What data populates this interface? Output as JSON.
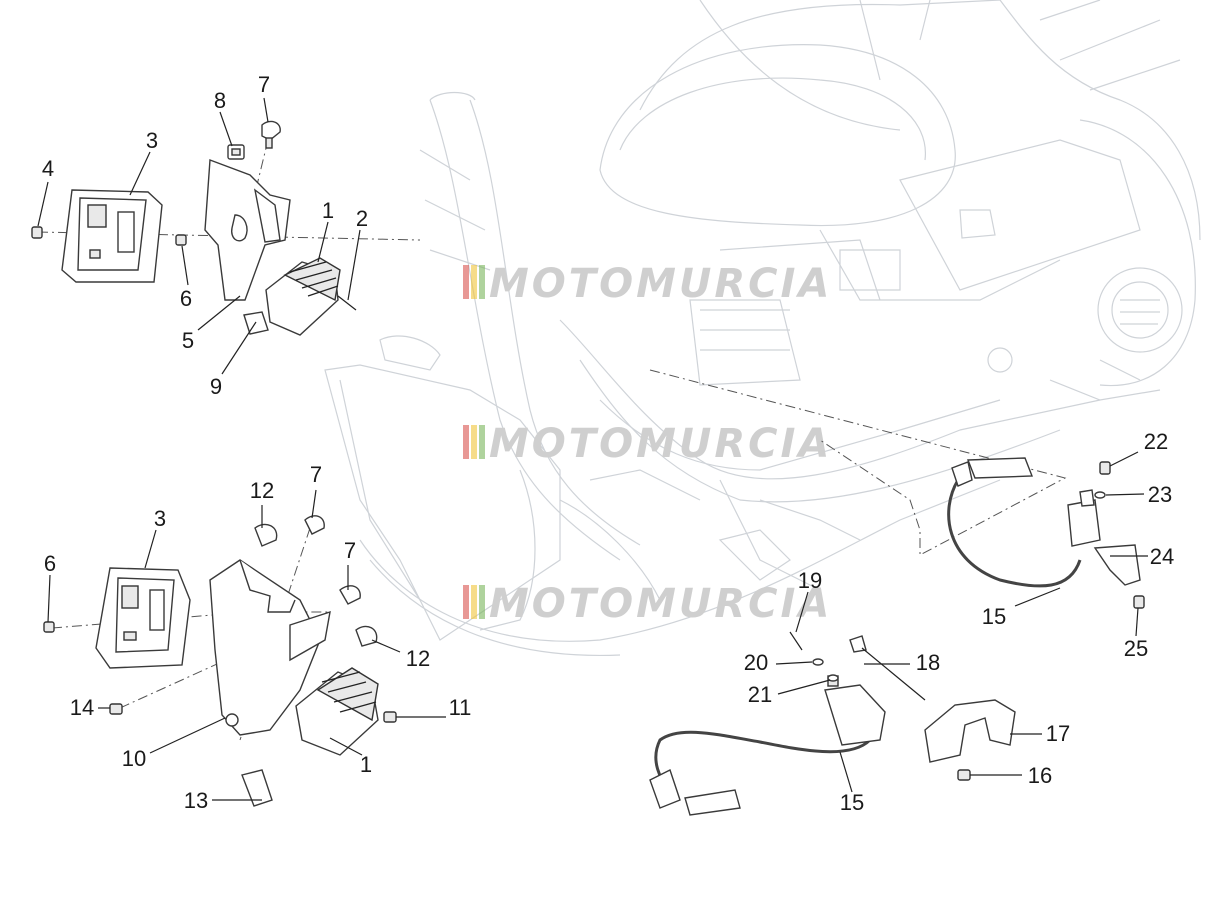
{
  "watermark": {
    "text": "MOTOMURCIA",
    "stripe_colors": [
      "#d9534f",
      "#f0c43a",
      "#7ab55c"
    ]
  },
  "callouts": [
    {
      "id": "c-7a",
      "label": "7"
    },
    {
      "id": "c-8",
      "label": "8"
    },
    {
      "id": "c-3a",
      "label": "3"
    },
    {
      "id": "c-4",
      "label": "4"
    },
    {
      "id": "c-1a",
      "label": "1"
    },
    {
      "id": "c-2",
      "label": "2"
    },
    {
      "id": "c-6a",
      "label": "6"
    },
    {
      "id": "c-5",
      "label": "5"
    },
    {
      "id": "c-9",
      "label": "9"
    },
    {
      "id": "c-12a",
      "label": "12"
    },
    {
      "id": "c-7b",
      "label": "7"
    },
    {
      "id": "c-3b",
      "label": "3"
    },
    {
      "id": "c-7c",
      "label": "7"
    },
    {
      "id": "c-6b",
      "label": "6"
    },
    {
      "id": "c-12b",
      "label": "12"
    },
    {
      "id": "c-11",
      "label": "11"
    },
    {
      "id": "c-14",
      "label": "14"
    },
    {
      "id": "c-10",
      "label": "10"
    },
    {
      "id": "c-1b",
      "label": "1"
    },
    {
      "id": "c-13",
      "label": "13"
    },
    {
      "id": "c-22",
      "label": "22"
    },
    {
      "id": "c-23",
      "label": "23"
    },
    {
      "id": "c-24",
      "label": "24"
    },
    {
      "id": "c-15a",
      "label": "15"
    },
    {
      "id": "c-25",
      "label": "25"
    },
    {
      "id": "c-19",
      "label": "19"
    },
    {
      "id": "c-20",
      "label": "20"
    },
    {
      "id": "c-18",
      "label": "18"
    },
    {
      "id": "c-21",
      "label": "21"
    },
    {
      "id": "c-17",
      "label": "17"
    },
    {
      "id": "c-16",
      "label": "16"
    },
    {
      "id": "c-15b",
      "label": "15"
    }
  ]
}
